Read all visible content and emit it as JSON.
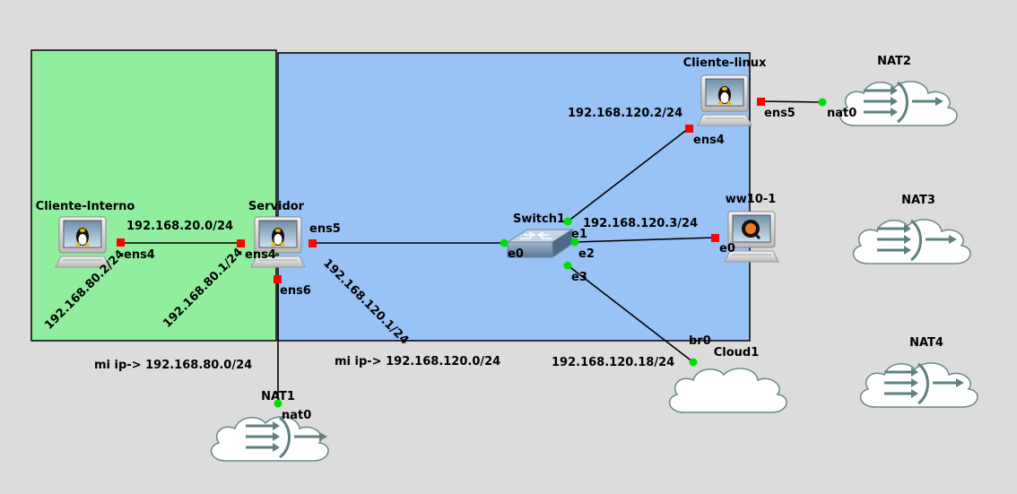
{
  "colors": {
    "background": "#dcdcdc",
    "zone_internal": "#90ee9e",
    "zone_external": "#99c2f5",
    "link": "#000000",
    "port_down": "#ff0000",
    "port_up": "#00e000",
    "cloud_fill": "#ffffff",
    "cloud_stroke": "#6c8888",
    "nat_arrow": "#5f8080"
  },
  "zones": [
    {
      "id": "zone-internal",
      "label": "mi ip-> 192.168.80.0/24"
    },
    {
      "id": "zone-external",
      "label": "mi ip-> 192.168.120.0/24"
    }
  ],
  "nodes": [
    {
      "id": "cliente-interno",
      "name": "Cliente-Interno",
      "icon": "linux-computer-icon"
    },
    {
      "id": "servidor",
      "name": "Servidor",
      "icon": "linux-computer-icon"
    },
    {
      "id": "switch1",
      "name": "Switch1",
      "icon": "ethernet-switch-icon"
    },
    {
      "id": "cliente-linux",
      "name": "Cliente-linux",
      "icon": "linux-computer-icon"
    },
    {
      "id": "ww10-1",
      "name": "ww10-1",
      "icon": "qemu-computer-icon"
    },
    {
      "id": "cloud1",
      "name": "Cloud1",
      "icon": "cloud-icon"
    },
    {
      "id": "nat1",
      "name": "NAT1",
      "icon": "nat-cloud-icon"
    },
    {
      "id": "nat2",
      "name": "NAT2",
      "icon": "nat-cloud-icon"
    },
    {
      "id": "nat3",
      "name": "NAT3",
      "icon": "nat-cloud-icon"
    },
    {
      "id": "nat4",
      "name": "NAT4",
      "icon": "nat-cloud-icon"
    }
  ],
  "ports": [
    {
      "id": "cliente-interno-ens4",
      "label": "ens4",
      "status": "down"
    },
    {
      "id": "servidor-ens4",
      "label": "ens4",
      "status": "down"
    },
    {
      "id": "servidor-ens5",
      "label": "ens5",
      "status": "down"
    },
    {
      "id": "servidor-ens6",
      "label": "ens6",
      "status": "down"
    },
    {
      "id": "nat1-nat0",
      "label": "nat0",
      "status": "up"
    },
    {
      "id": "switch1-e0",
      "label": "e0",
      "status": "up"
    },
    {
      "id": "switch1-e1",
      "label": "e1",
      "status": "up"
    },
    {
      "id": "switch1-e2",
      "label": "e2",
      "status": "up"
    },
    {
      "id": "switch1-e3",
      "label": "e3",
      "status": "up"
    },
    {
      "id": "cliente-linux-ens4",
      "label": "ens4",
      "status": "down"
    },
    {
      "id": "cliente-linux-ens5",
      "label": "ens5",
      "status": "down"
    },
    {
      "id": "nat2-nat0",
      "label": "nat0",
      "status": "up"
    },
    {
      "id": "ww10-1-e0",
      "label": "e0",
      "status": "down"
    },
    {
      "id": "cloud1-br0",
      "label": "br0",
      "status": "up"
    }
  ],
  "links": [
    {
      "id": "link-cliente-interno-servidor",
      "from": "cliente-interno-ens4",
      "to": "servidor-ens4"
    },
    {
      "id": "link-servidor-switch1",
      "from": "servidor-ens5",
      "to": "switch1-e0"
    },
    {
      "id": "link-servidor-nat1",
      "from": "servidor-ens6",
      "to": "nat1-nat0"
    },
    {
      "id": "link-switch1-cliente-linux",
      "from": "switch1-e1",
      "to": "cliente-linux-ens4"
    },
    {
      "id": "link-switch1-ww10-1",
      "from": "switch1-e2",
      "to": "ww10-1-e0"
    },
    {
      "id": "link-switch1-cloud1",
      "from": "switch1-e3",
      "to": "cloud1-br0"
    },
    {
      "id": "link-cliente-linux-nat2",
      "from": "cliente-linux-ens5",
      "to": "nat2-nat0"
    }
  ],
  "annotations": [
    {
      "id": "net-20",
      "text": "192.168.20.0/24"
    },
    {
      "id": "ip-80-2",
      "text": "192.168.80.2/24"
    },
    {
      "id": "ip-80-1",
      "text": "192.168.80.1/24"
    },
    {
      "id": "ip-120-1",
      "text": "192.168.120.1/24"
    },
    {
      "id": "ip-120-2",
      "text": "192.168.120.2/24"
    },
    {
      "id": "ip-120-3",
      "text": "192.168.120.3/24"
    },
    {
      "id": "ip-120-18",
      "text": "192.168.120.18/24"
    }
  ]
}
